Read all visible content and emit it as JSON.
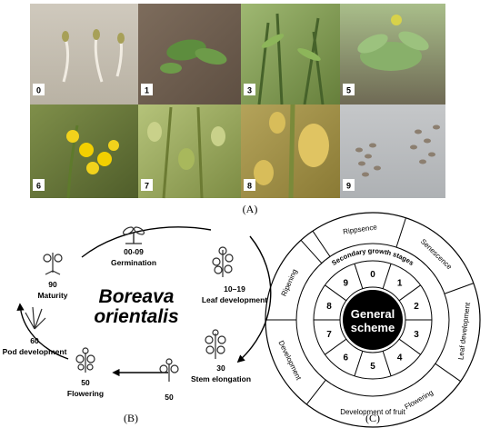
{
  "panel_a": {
    "label": "(A)",
    "photos": [
      {
        "id": "0"
      },
      {
        "id": "1"
      },
      {
        "id": "3"
      },
      {
        "id": "5"
      },
      {
        "id": "6"
      },
      {
        "id": "7"
      },
      {
        "id": "8"
      },
      {
        "id": "9"
      }
    ]
  },
  "panel_b": {
    "label": "(B)",
    "species_line1": "Boreava",
    "species_line2": "orientalis",
    "stages": [
      {
        "code": "00-09",
        "name": "Germination"
      },
      {
        "code": "10–19",
        "name": "Leaf development"
      },
      {
        "code": "30",
        "name": "Stem elongation"
      },
      {
        "code": "50",
        "name": ""
      },
      {
        "code": "50",
        "name": "Flowering"
      },
      {
        "code": "60",
        "name": "Pod development"
      },
      {
        "code": "90",
        "name": "Maturity"
      }
    ]
  },
  "panel_c": {
    "label": "(C)",
    "center_line1": "General",
    "center_line2": "scheme",
    "ring_title": "Secondary growth stages",
    "numbers": [
      "0",
      "1",
      "2",
      "3",
      "4",
      "5",
      "6",
      "7",
      "8",
      "9"
    ],
    "outer_labels": [
      "Rippsence",
      "Senescence",
      "Leaf development",
      "Flowering",
      "Development of fruit",
      "Development",
      "Ripening"
    ]
  },
  "colors": {
    "plant": "#2b2b2b",
    "line": "#000000",
    "photo_label_bg": "#ffffff"
  }
}
